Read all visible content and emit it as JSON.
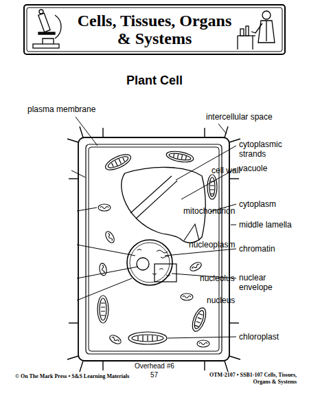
{
  "diagram": {
    "title": "Plant Cell",
    "nodes": [
      {
        "text": [
          "Cells, Tissues, Organs & Systems"
        ]
      }
    ],
    "labels": [
      "plasma membrane",
      "intercellular space",
      "cell wall",
      "cytoplasmic strands",
      "vacuole",
      "mitochondrion",
      "cytoplasm",
      "middle lamella",
      "nucleoplasm",
      "chromatin",
      "nucleolus",
      "nuclear envelope",
      "nucleus",
      "chloroplast",
      "© On The Mark Press • S&S Learning Materials",
      "Overhead #6",
      "57",
      "OTM-2107 • SSB1-107 Cells, Tissues, Organs & Systems"
    ]
  }
}
